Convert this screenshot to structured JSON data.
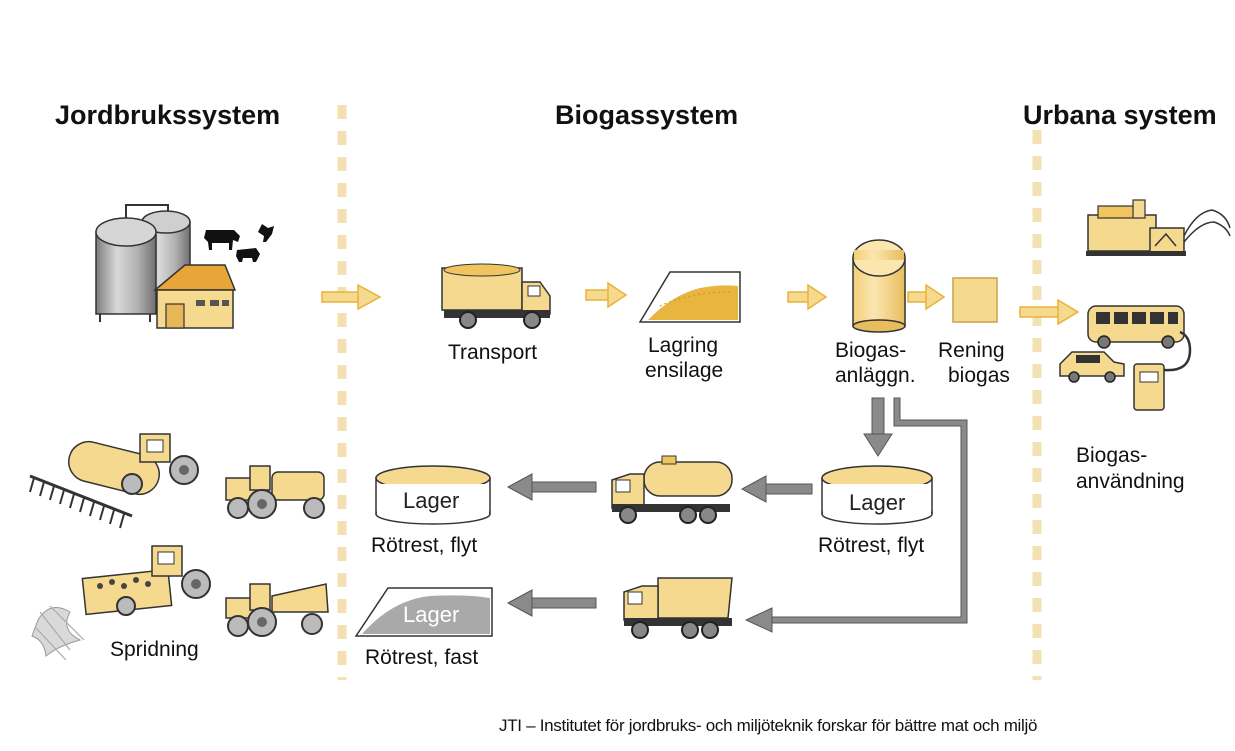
{
  "sections": {
    "agriculture": "Jordbrukssystem",
    "biogas": "Biogassystem",
    "urban": "Urbana system"
  },
  "labels": {
    "transport": "Transport",
    "storage_line1": "Lagring",
    "storage_line2": "ensilage",
    "plant_line1": "Biogas-",
    "plant_line2": "anläggn.",
    "cleaning_line1": "Rening",
    "cleaning_line2": "biogas",
    "usage_line1": "Biogas-",
    "usage_line2": "användning",
    "spreading": "Spridning",
    "lager_plant": "Lager",
    "digestate_plant": "Rötrest, flyt",
    "lager_liquid": "Lager",
    "digestate_liquid": "Rötrest, flyt",
    "lager_solid": "Lager",
    "digestate_solid": "Rötrest, fast"
  },
  "credit": "JTI  – Institutet för jordbruks- och miljöteknik forskar för bättre mat och miljö",
  "colors": {
    "accent_yellow": "#f5d98f",
    "arrow_yellow": "#e9b23a",
    "divider": "#f3e0b3",
    "arrow_gray": "#8a8a8a",
    "outline": "#333333"
  }
}
